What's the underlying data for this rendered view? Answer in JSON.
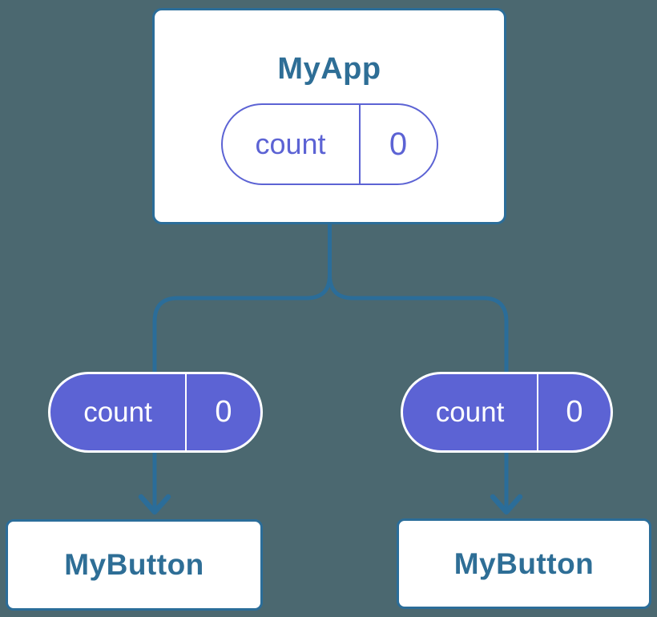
{
  "colors": {
    "bg": "#4B6870",
    "line": "#2B6D99",
    "accent": "#5C63D4",
    "text-blue": "#2E6E96",
    "card-bg": "#FFFFFF",
    "pill-text": "#FFFFFF"
  },
  "root": {
    "title": "MyApp",
    "state": {
      "key": "count",
      "value": "0"
    }
  },
  "children": [
    {
      "title": "MyButton",
      "prop": {
        "key": "count",
        "value": "0"
      }
    },
    {
      "title": "MyButton",
      "prop": {
        "key": "count",
        "value": "0"
      }
    }
  ]
}
